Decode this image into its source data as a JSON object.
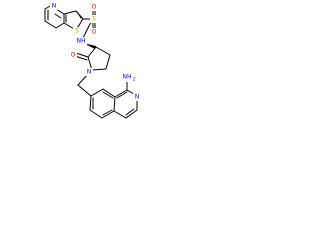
{
  "molecule": {
    "atoms": {
      "n_pyridine": {
        "label": "N",
        "color": "#0000ff"
      },
      "s_thiophene": {
        "label": "S",
        "color": "#b5a000"
      },
      "s_sulfonyl": {
        "label": "S",
        "color": "#b5a000"
      },
      "o_sulfonyl_1": {
        "label": "O",
        "color": "#ff0000"
      },
      "o_sulfonyl_2": {
        "label": "O",
        "color": "#ff0000"
      },
      "nh_amide": {
        "label": "NH",
        "color": "#0000ff"
      },
      "n_ring": {
        "label": "N",
        "color": "#0000ff"
      },
      "o_ketone": {
        "label": "O",
        "color": "#ff0000"
      },
      "nh2": {
        "label": "NH",
        "color": "#0000ff"
      },
      "nh2_sub": {
        "label": "2",
        "color": "#0000ff"
      },
      "n_isoquinoline": {
        "label": "N",
        "color": "#0000ff"
      }
    },
    "bond_color": "#000000"
  }
}
